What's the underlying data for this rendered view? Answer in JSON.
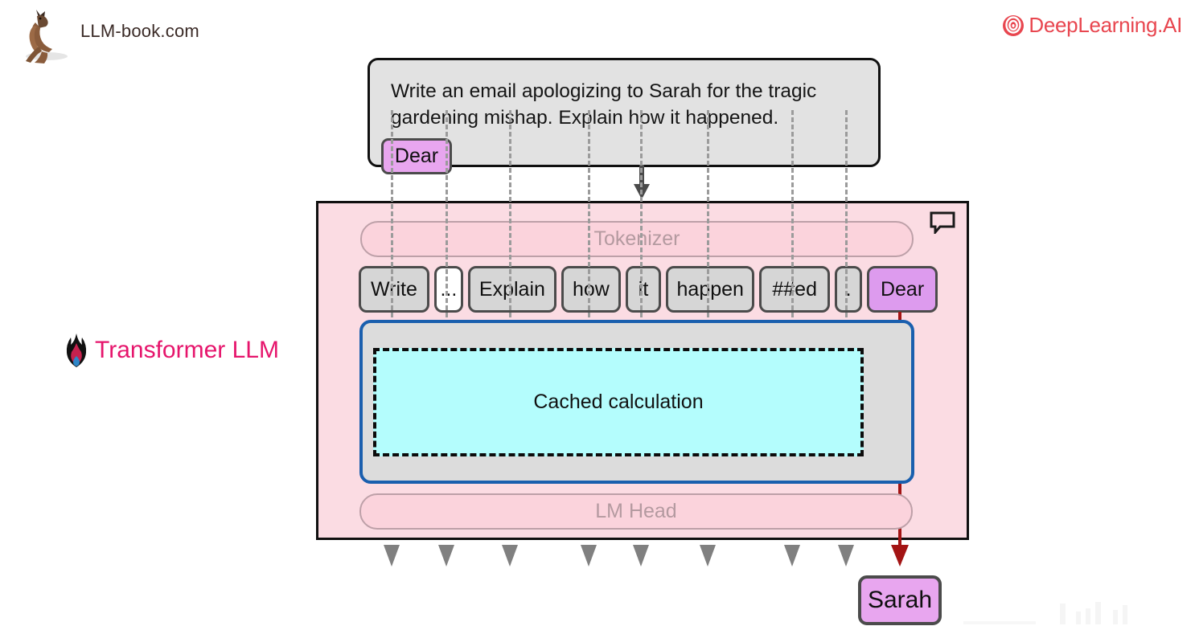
{
  "header": {
    "left_brand": "LLM-book.com",
    "left_icon": "kangaroo-icon",
    "right_brand": "DeepLearning.AI",
    "right_icon": "dlai-spiral-icon",
    "right_brand_color": "#e8464f"
  },
  "prompt": {
    "text": "Write an email apologizing to Sarah for the tragic gardening mishap. Explain how it happened.",
    "appended_token": "Dear",
    "box_fill": "#e2e2e2",
    "token_fill": "#e8a6ef"
  },
  "model": {
    "side_label": "Transformer LLM",
    "side_label_color": "#e6156c",
    "side_icon": "flame-icon",
    "panel_icon": "chat-bubble-icon",
    "panel_fill": "#fbdce3",
    "tokenizer_label": "Tokenizer",
    "lm_head_label": "LM Head",
    "cached_label": "Cached calculation",
    "cached_fill": "#b4fdfd",
    "block_border_color": "#1a5fae",
    "tokens": [
      {
        "text": "Write",
        "style": "gray",
        "width": 90
      },
      {
        "text": "...",
        "style": "white",
        "width": 36
      },
      {
        "text": "Explain",
        "style": "gray",
        "width": 113
      },
      {
        "text": "how",
        "style": "gray",
        "width": 75
      },
      {
        "text": "it",
        "style": "gray",
        "width": 45
      },
      {
        "text": "happen",
        "style": "gray",
        "width": 110
      },
      {
        "text": "##ed",
        "style": "gray",
        "width": 90
      },
      {
        "text": ".",
        "style": "gray",
        "width": 34
      },
      {
        "text": "Dear",
        "style": "purple",
        "width": 90
      }
    ]
  },
  "output": {
    "token": "Sarah",
    "token_fill": "#e8a6ef",
    "flow_color": "#a31414",
    "inactive_arrow_color": "#808080",
    "inactive_arrow_count": 7
  }
}
